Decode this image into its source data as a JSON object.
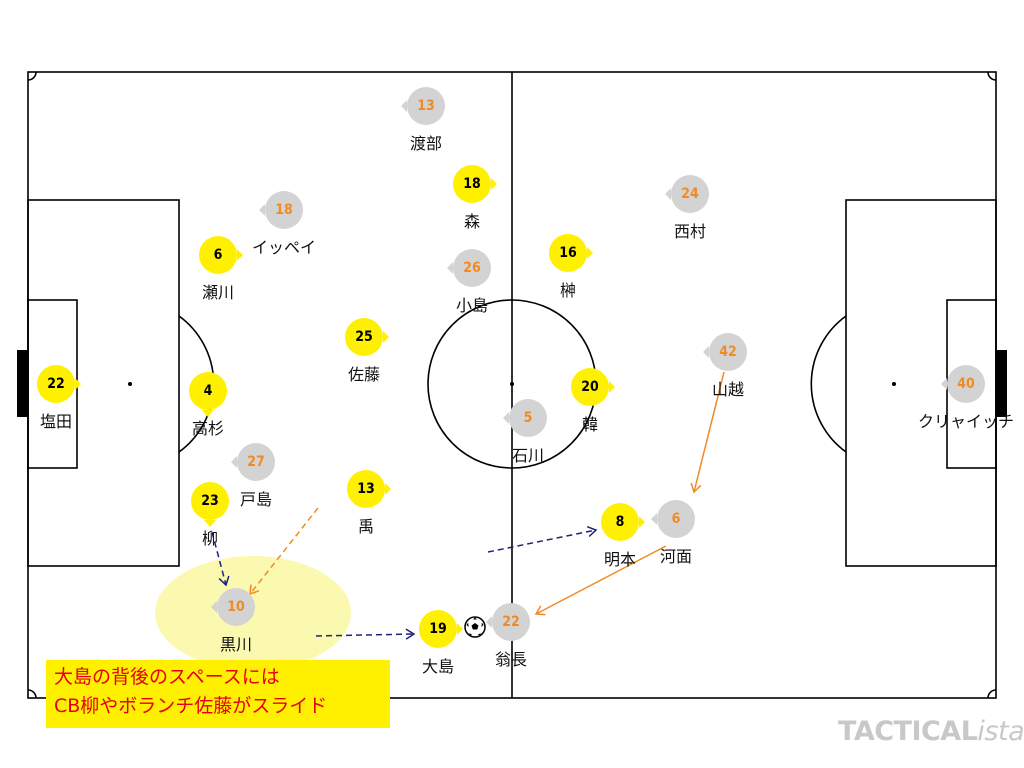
{
  "colors": {
    "team_a": "#fff000",
    "team_b": "#d3d3d3",
    "team_b_number": "#f08a24",
    "highlight_zone": "#fbf9b0",
    "callout_text": "#e60012",
    "orange_arrow": "#f08a24",
    "navy_arrow": "#1a237e"
  },
  "team_a": [
    {
      "number": "22",
      "name": "塩田",
      "facing": "right"
    },
    {
      "number": "6",
      "name": "瀬川",
      "facing": "right"
    },
    {
      "number": "4",
      "name": "高杉",
      "facing": "down"
    },
    {
      "number": "23",
      "name": "柳",
      "facing": "down"
    },
    {
      "number": "25",
      "name": "佐藤",
      "facing": "right"
    },
    {
      "number": "13",
      "name": "禹",
      "facing": "right"
    },
    {
      "number": "18",
      "name": "森",
      "facing": "right"
    },
    {
      "number": "16",
      "name": "榊",
      "facing": "right"
    },
    {
      "number": "20",
      "name": "韓",
      "facing": "right"
    },
    {
      "number": "8",
      "name": "明本",
      "facing": "right"
    },
    {
      "number": "19",
      "name": "大島",
      "facing": "right"
    }
  ],
  "team_b": [
    {
      "number": "13",
      "name": "渡部",
      "facing": "left"
    },
    {
      "number": "18",
      "name": "イッペイ",
      "facing": "left"
    },
    {
      "number": "26",
      "name": "小島",
      "facing": "left"
    },
    {
      "number": "24",
      "name": "西村",
      "facing": "left"
    },
    {
      "number": "27",
      "name": "戸島",
      "facing": "left"
    },
    {
      "number": "5",
      "name": "石川",
      "facing": "left"
    },
    {
      "number": "10",
      "name": "黒川",
      "facing": "left"
    },
    {
      "number": "42",
      "name": "山越",
      "facing": "left"
    },
    {
      "number": "6",
      "name": "河面",
      "facing": "left"
    },
    {
      "number": "22",
      "name": "翁長",
      "facing": "left"
    },
    {
      "number": "40",
      "name": "クリャイッチ",
      "facing": "left"
    }
  ],
  "callout": {
    "line1": "大島の背後のスペースには",
    "line2": "CB柳やボランチ佐藤がスライド"
  },
  "brand": {
    "main": "TACTICAL",
    "suffix": "ista"
  }
}
